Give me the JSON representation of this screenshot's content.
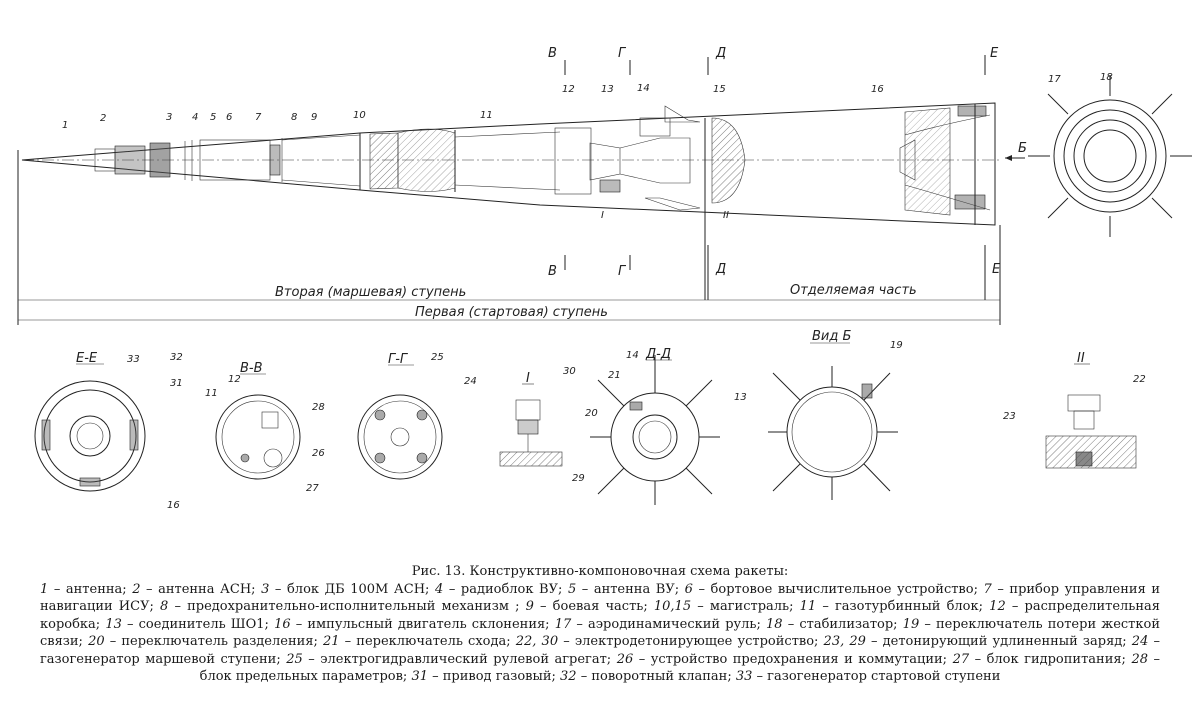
{
  "caption": {
    "title": "Рис. 13. Конструктивно-компоновочная схема ракеты:",
    "items": [
      {
        "n": "1",
        "t": "антенна;"
      },
      {
        "n": "2",
        "t": "антенна АСН;"
      },
      {
        "n": "3",
        "t": "блок ДБ 100М АСН;"
      },
      {
        "n": "4",
        "t": "радиоблок ВУ;"
      },
      {
        "n": "5",
        "t": "антенна ВУ;"
      },
      {
        "n": "6",
        "t": "бортовое вычислительное устройство;"
      },
      {
        "n": "7",
        "t": "прибор управления и навигации ИСУ;"
      },
      {
        "n": "8",
        "t": "предохранительно-исполнительный механизм ;"
      },
      {
        "n": "9",
        "t": "боевая часть;"
      },
      {
        "n": "10,15",
        "t": "магистраль;"
      },
      {
        "n": "11",
        "t": "газотурбинный блок;"
      },
      {
        "n": "12",
        "t": "распределительная коробка;"
      },
      {
        "n": "13",
        "t": "соединитель ШО1;"
      },
      {
        "n": "16",
        "t": "импульсный двигатель склонения;"
      },
      {
        "n": "17",
        "t": "аэродинамический руль;"
      },
      {
        "n": "18",
        "t": "стабилизатор;"
      },
      {
        "n": "19",
        "t": "переключатель потери жесткой связи;"
      },
      {
        "n": "20",
        "t": "переключатель разделения;"
      },
      {
        "n": "21",
        "t": "переключатель схода;"
      },
      {
        "n": "22, 30",
        "t": "электродетонирующее устройство;"
      },
      {
        "n": "23, 29",
        "t": "детонирующий удлиненный заряд;"
      },
      {
        "n": "24",
        "t": "газогенератор маршевой ступени;"
      },
      {
        "n": "25",
        "t": "электрогидравлический рулевой агрегат;"
      },
      {
        "n": "26",
        "t": "устройство предохранения и коммутации;"
      },
      {
        "n": "27",
        "t": "блок гидропитания;"
      },
      {
        "n": "28",
        "t": "блок предельных параметров;"
      },
      {
        "n": "31",
        "t": "привод газовый;"
      },
      {
        "n": "32",
        "t": "поворотный клапан;"
      },
      {
        "n": "33",
        "t": "газогенератор стартовой ступени"
      }
    ]
  },
  "dimensions": {
    "second_stage": "Вторая (маршевая) ступень",
    "first_stage": "Первая (стартовая) ступень",
    "separable": "Отделяемая часть"
  },
  "section_marks": [
    "В",
    "Г",
    "Д",
    "Е",
    "Б"
  ],
  "view_titles": {
    "ee": "Е-Е",
    "vv": "В-В",
    "gg": "Г-Г",
    "detail1": "I",
    "dd": "Д-Д",
    "vid_b": "Вид Б",
    "detail2": "II"
  },
  "callouts": [
    "1",
    "2",
    "3",
    "4",
    "5",
    "6",
    "7",
    "8",
    "9",
    "10",
    "11",
    "12",
    "13",
    "14",
    "15",
    "16",
    "17",
    "18",
    "19",
    "20",
    "21",
    "22",
    "23",
    "24",
    "25",
    "26",
    "27",
    "28",
    "29",
    "30",
    "31",
    "32",
    "33"
  ]
}
